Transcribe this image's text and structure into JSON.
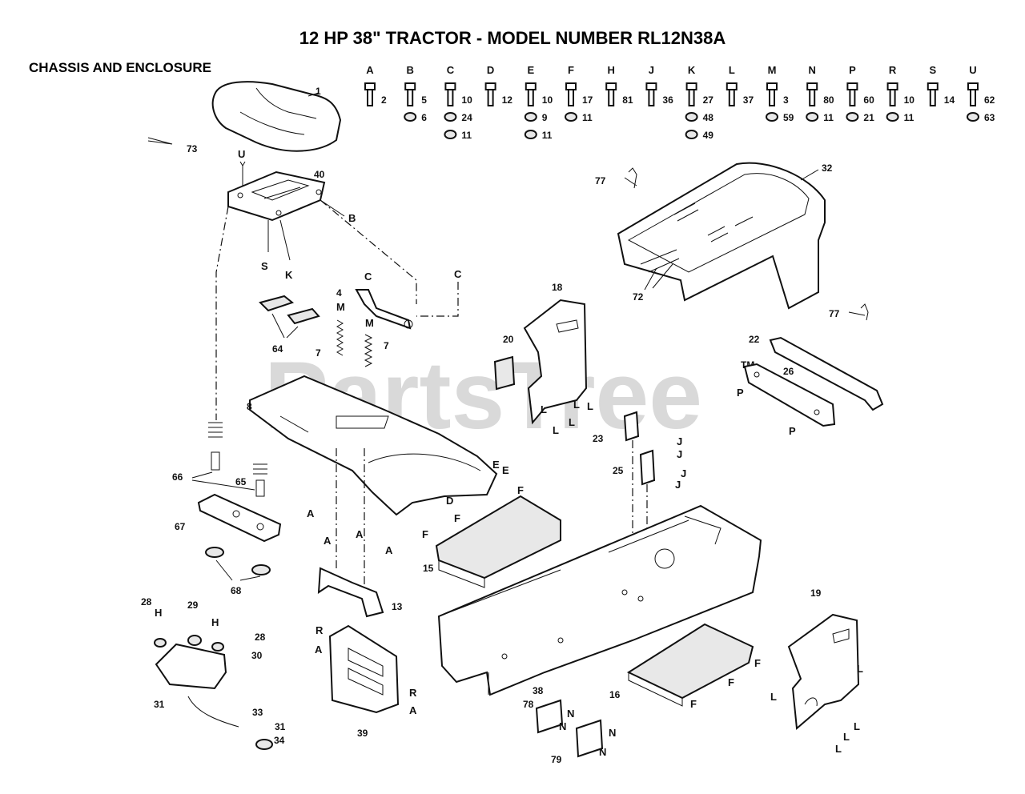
{
  "title": "12 HP 38\" TRACTOR - MODEL NUMBER RL12N38A",
  "section_title": "CHASSIS AND ENCLOSURE",
  "watermark": "PartsTree",
  "trademark": "TM",
  "hardware": [
    {
      "letter": "A",
      "parts": [
        "2"
      ]
    },
    {
      "letter": "B",
      "parts": [
        "5",
        "6"
      ]
    },
    {
      "letter": "C",
      "parts": [
        "10",
        "24",
        "11"
      ]
    },
    {
      "letter": "D",
      "parts": [
        "12"
      ]
    },
    {
      "letter": "E",
      "parts": [
        "10",
        "9",
        "11"
      ]
    },
    {
      "letter": "F",
      "parts": [
        "17",
        "11"
      ]
    },
    {
      "letter": "H",
      "parts": [
        "81"
      ]
    },
    {
      "letter": "J",
      "parts": [
        "36"
      ]
    },
    {
      "letter": "K",
      "parts": [
        "27",
        "48",
        "49"
      ]
    },
    {
      "letter": "L",
      "parts": [
        "37"
      ]
    },
    {
      "letter": "M",
      "parts": [
        "3",
        "59"
      ]
    },
    {
      "letter": "N",
      "parts": [
        "80",
        "11"
      ]
    },
    {
      "letter": "P",
      "parts": [
        "60",
        "21"
      ]
    },
    {
      "letter": "R",
      "parts": [
        "10",
        "11"
      ]
    },
    {
      "letter": "S",
      "parts": [
        "14"
      ]
    },
    {
      "letter": "U",
      "parts": [
        "62",
        "63"
      ]
    }
  ],
  "callouts": {
    "seat": "1",
    "seat_bracket": "40",
    "hood": "32",
    "rod_77a": "77",
    "rod_77b": "77",
    "pin_73": "73",
    "hood_label_72": "72",
    "bracket_4": "4",
    "pad_64": "64",
    "spring_7a": "7",
    "spring_7b": "7",
    "fender": "8",
    "panel_18": "18",
    "plate_20": "20",
    "bumper_22": "22",
    "support_26": "26",
    "bracket_23": "23",
    "bracket_25": "25",
    "spring_65": "65",
    "spacer_66": "66",
    "plate_67": "67",
    "bumper_68": "68",
    "footrest_15": "15",
    "bracket_13": "13",
    "cap_28a": "28",
    "cap_29": "29",
    "cap_28b": "28",
    "tank_30": "30",
    "clamp_31a": "31",
    "line_33": "33",
    "clamp_31b": "31",
    "filter_34": "34",
    "dash_39": "39",
    "frame_38": "38",
    "footrest_16": "16",
    "bracket_78": "78",
    "bracket_79": "79",
    "panel_19": "19"
  },
  "refs": {
    "U": "U",
    "B": "B",
    "S": "S",
    "K": "K",
    "C": "C",
    "M": "M",
    "D": "D",
    "E": "E",
    "F": "F",
    "A": "A",
    "H": "H",
    "R": "R",
    "J": "J",
    "L": "L",
    "P": "P",
    "N": "N"
  }
}
